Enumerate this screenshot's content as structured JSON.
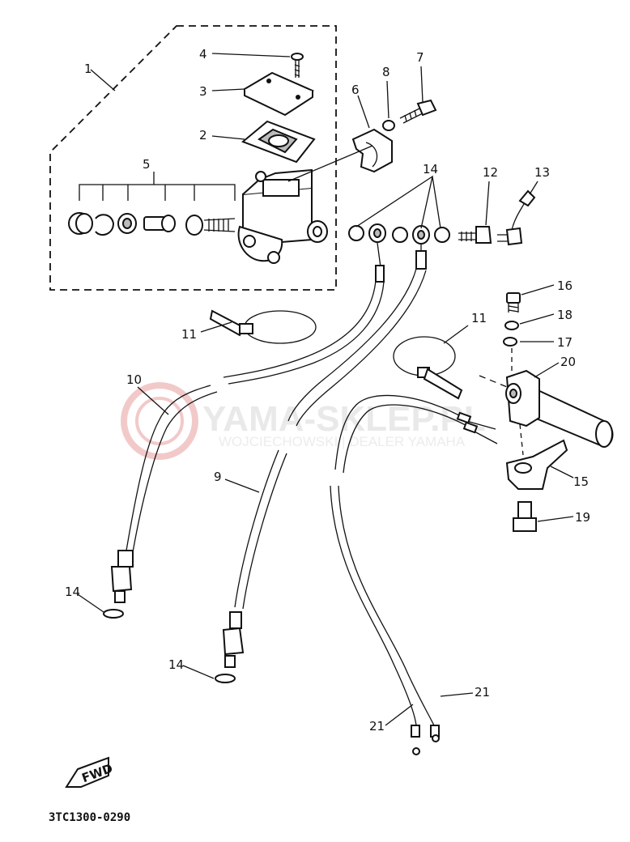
{
  "callouts": {
    "c1": "1",
    "c2": "2",
    "c3": "3",
    "c4": "4",
    "c5": "5",
    "c6": "6",
    "c7": "7",
    "c8": "8",
    "c9": "9",
    "c10": "10",
    "c11a": "11",
    "c11b": "11",
    "c12": "12",
    "c13": "13",
    "c14a": "14",
    "c14b": "14",
    "c14c": "14",
    "c15": "15",
    "c16": "16",
    "c17": "17",
    "c18": "18",
    "c19": "19",
    "c20": "20",
    "c21a": "21",
    "c21b": "21"
  },
  "fwd_label": "FWD",
  "diagram_code": "3TC1300-0290",
  "watermark": {
    "title": "YAMA-SKLEP.PL",
    "subtitle": "WOJCIECHOWSKI | DEALER YAMAHA",
    "color": "#f2c9c9"
  }
}
